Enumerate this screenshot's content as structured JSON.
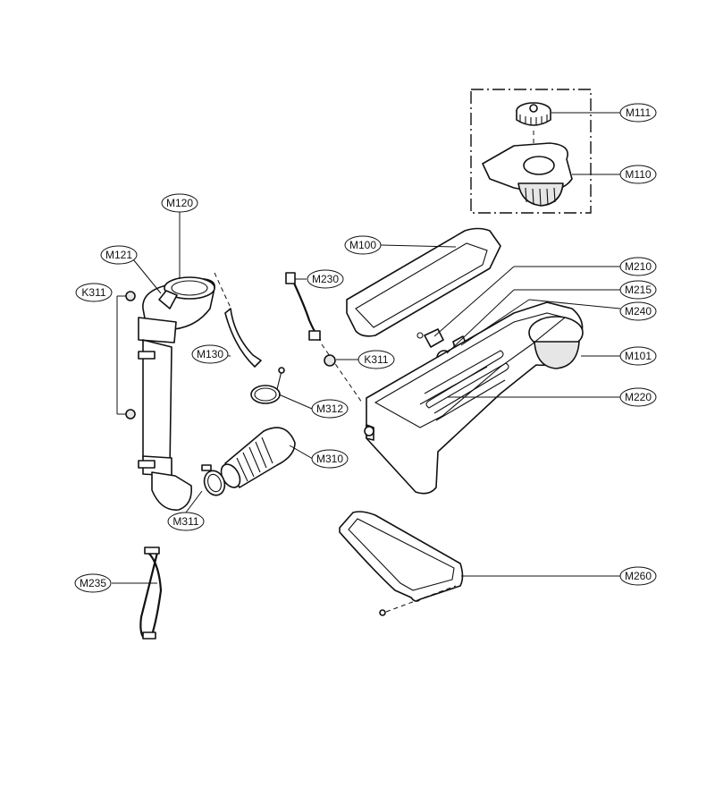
{
  "labels": {
    "m111": "M111",
    "m110": "M110",
    "m120": "M120",
    "m121": "M121",
    "k311_left": "K311",
    "m100": "M100",
    "m230": "M230",
    "m210": "M210",
    "m215": "M215",
    "m240": "M240",
    "m101": "M101",
    "m130": "M130",
    "k311_mid": "K311",
    "m312": "M312",
    "m220": "M220",
    "m310": "M310",
    "m311": "M311",
    "m235": "M235",
    "m260": "M260"
  }
}
